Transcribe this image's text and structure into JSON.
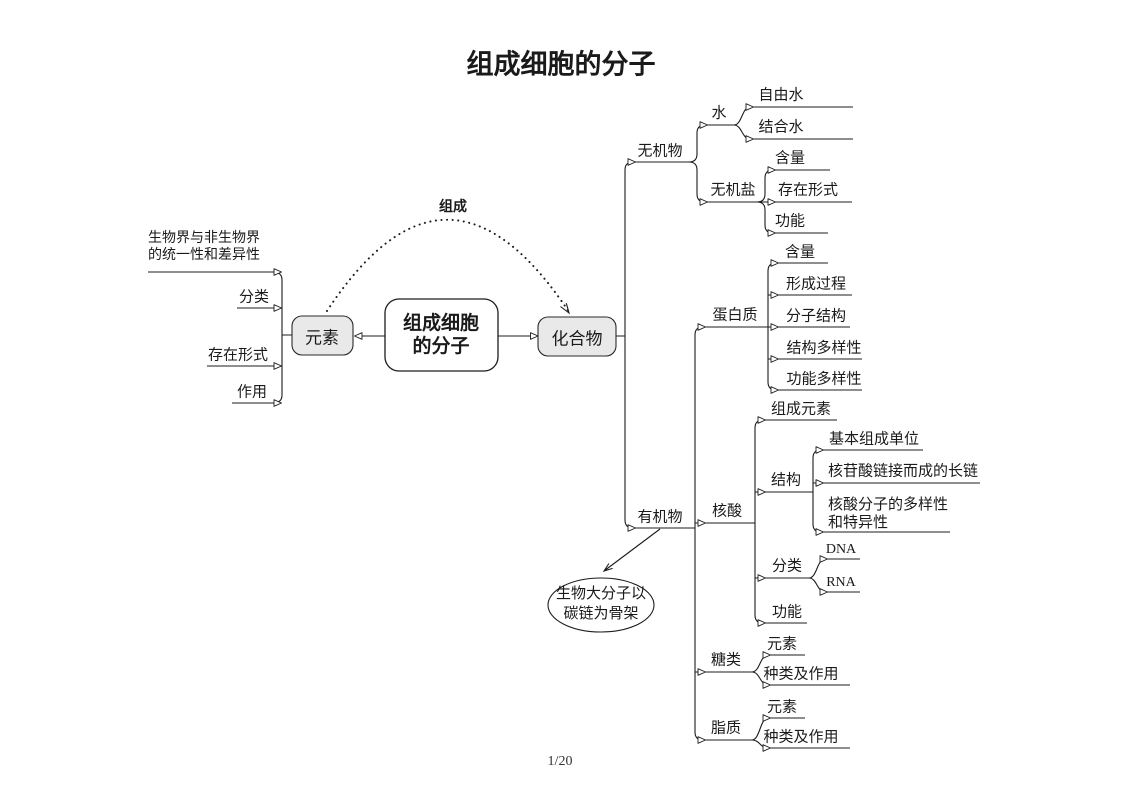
{
  "page": {
    "title": "组成细胞的分子",
    "page_indicator": "1/20"
  },
  "root": {
    "line1": "组成细胞",
    "line2": "的分子"
  },
  "relation": {
    "label": "组成"
  },
  "elements": {
    "node": "元素",
    "unity": {
      "line1": "生物界与非生物界",
      "line2": "的统一性和差异性"
    },
    "classification": "分类",
    "existence_form": "存在形式",
    "role": "作用"
  },
  "compounds": {
    "node": "化合物",
    "inorganic": {
      "label": "无机物",
      "water": {
        "label": "水",
        "free_water": "自由水",
        "bound_water": "结合水"
      },
      "salt": {
        "label": "无机盐",
        "content": "含量",
        "existence_form": "存在形式",
        "function": "功能"
      }
    },
    "organic": {
      "label": "有机物",
      "note": {
        "line1": "生物大分子以",
        "line2": "碳链为骨架"
      },
      "protein": {
        "label": "蛋白质",
        "content": "含量",
        "formation": "形成过程",
        "molecular_structure": "分子结构",
        "structural_diversity": "结构多样性",
        "functional_diversity": "功能多样性"
      },
      "nucleic_acid": {
        "label": "核酸",
        "composition_elements": "组成元素",
        "structure": {
          "label": "结构",
          "basic_unit": "基本组成单位",
          "chain": "核苷酸链接而成的长链",
          "diversity_line1": "核酸分子的多样性",
          "diversity_line2": "和特异性"
        },
        "classification": {
          "label": "分类",
          "dna": "DNA",
          "rna": "RNA"
        },
        "function": "功能"
      },
      "sugar": {
        "label": "糖类",
        "element": "元素",
        "types_roles": "种类及作用"
      },
      "lipid": {
        "label": "脂质",
        "element": "元素",
        "types_roles": "种类及作用"
      }
    }
  },
  "colors": {
    "line": "#1c1c1c",
    "node_fill": "#e9e9e9",
    "background": "#ffffff"
  }
}
